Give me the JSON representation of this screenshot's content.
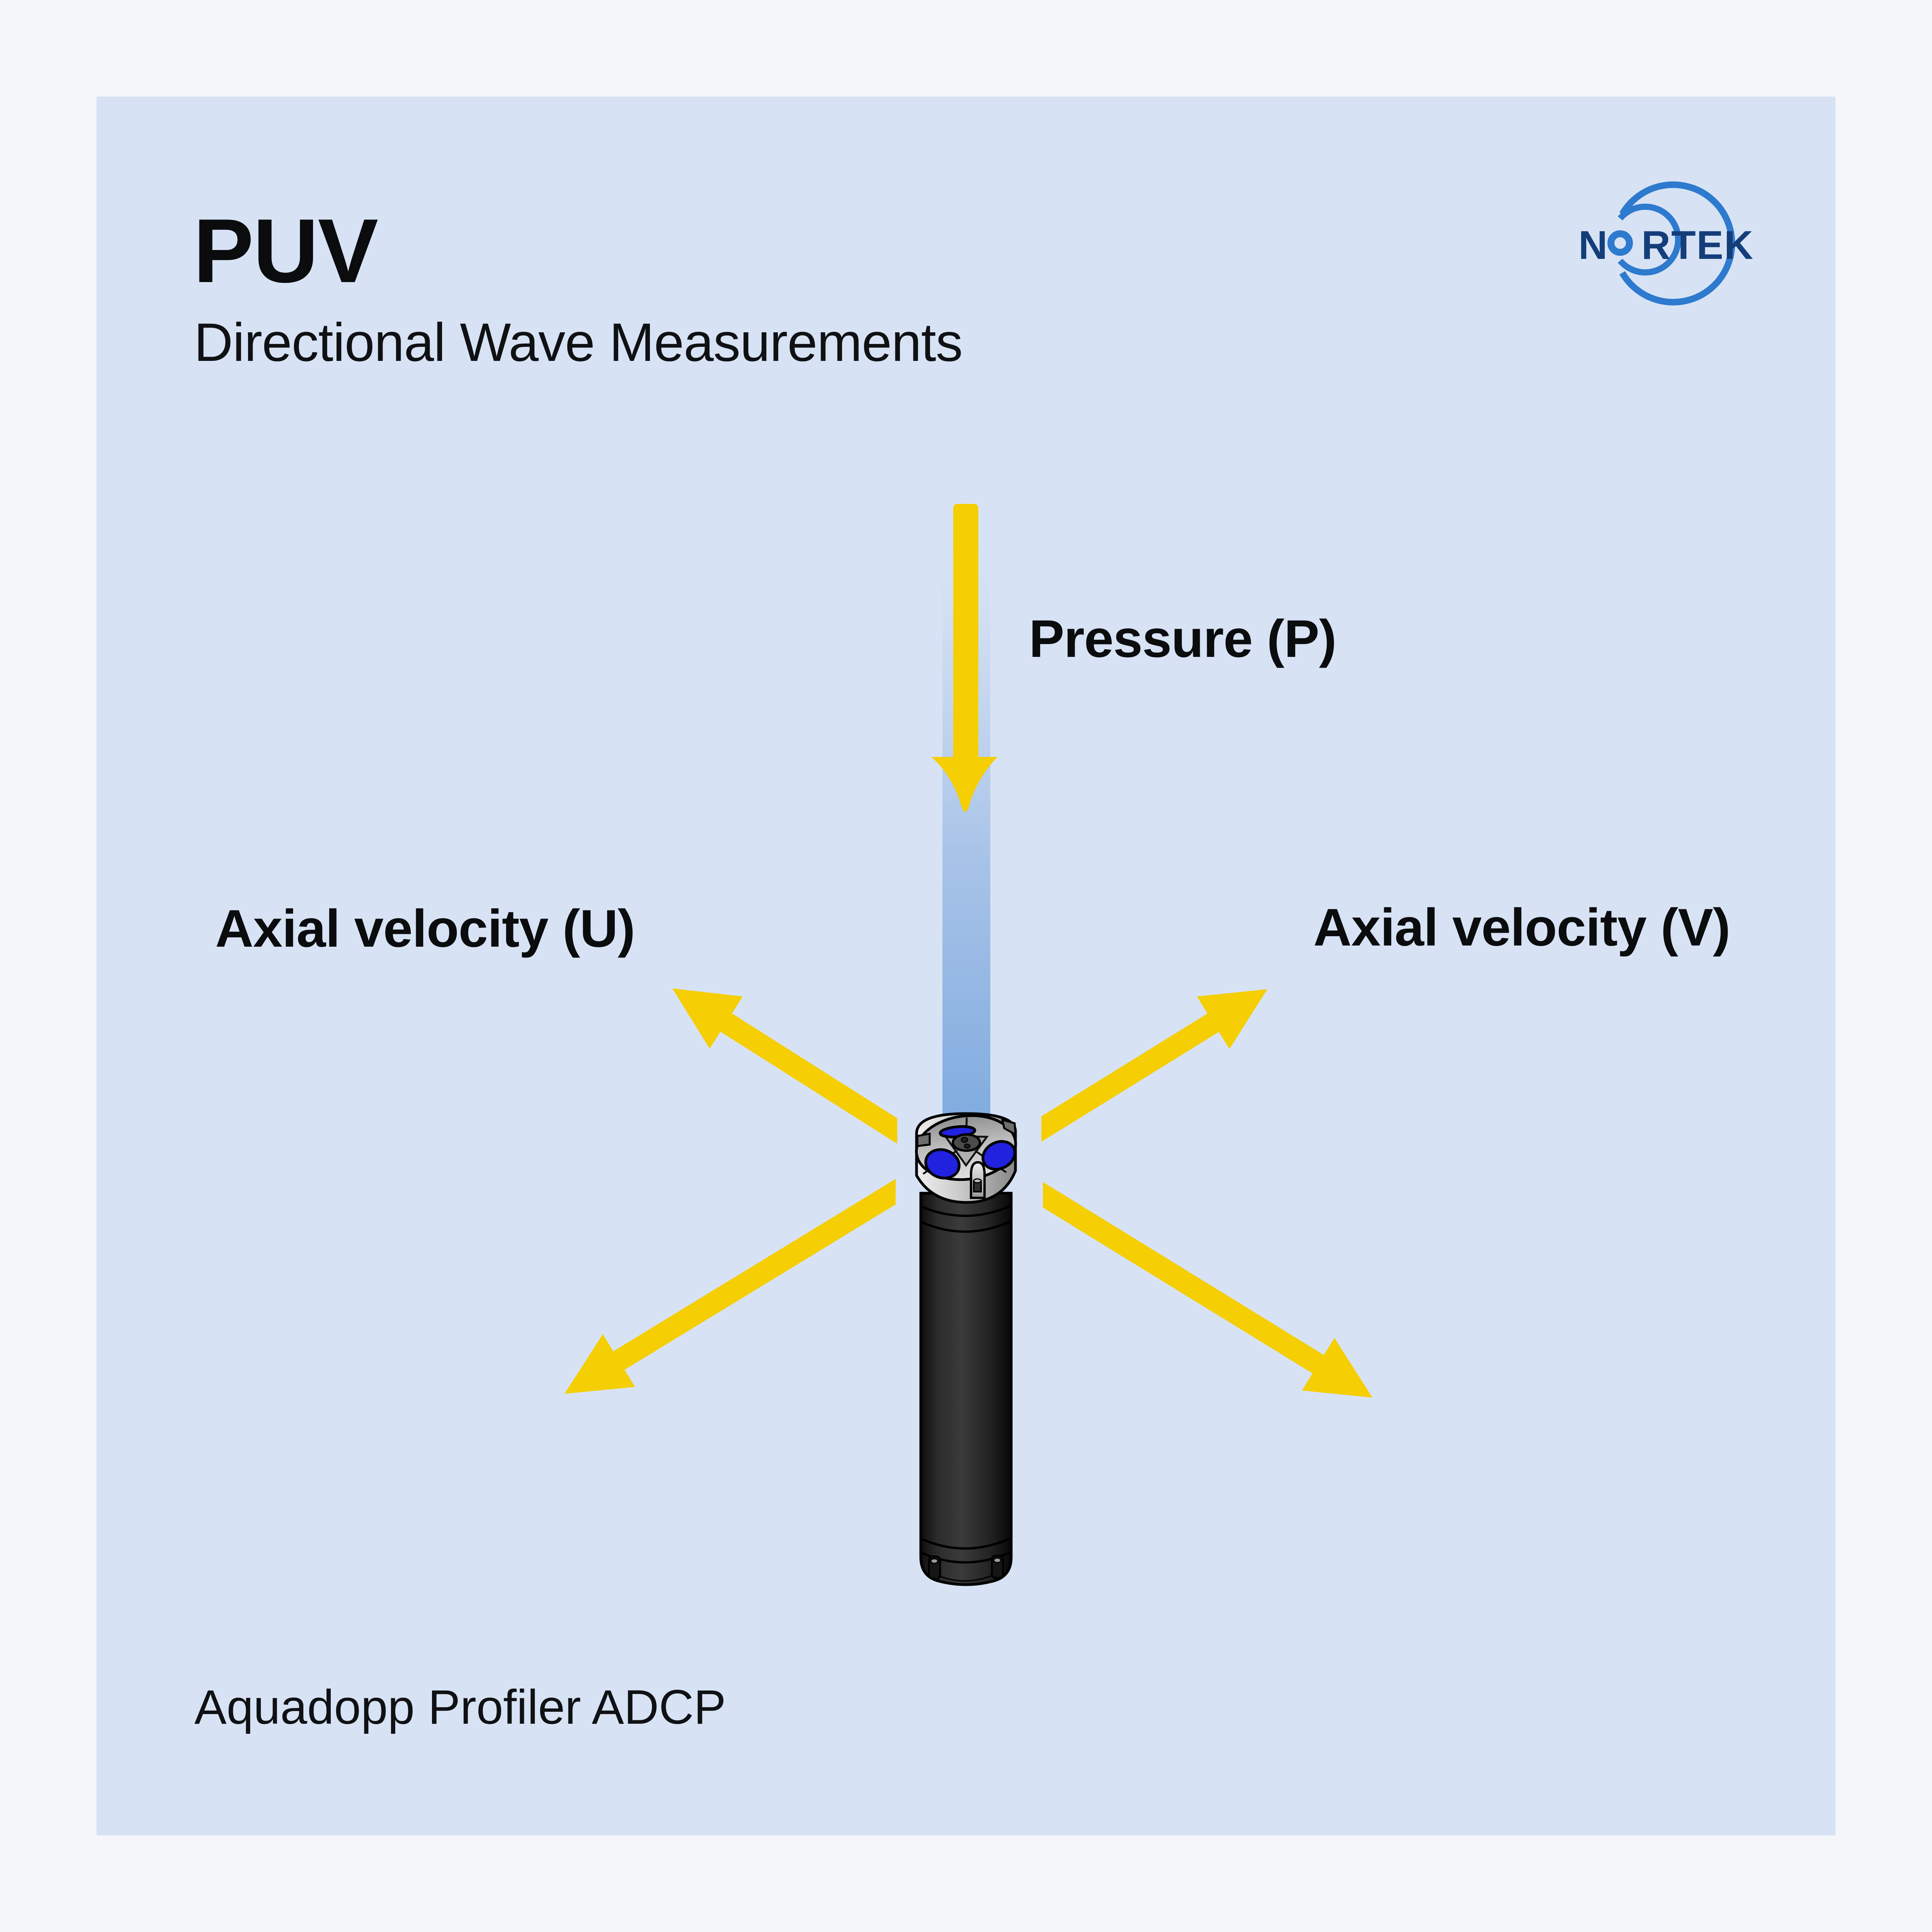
{
  "window": {
    "background": "#f4f6fa",
    "panel_background": "#d7e3f4"
  },
  "header": {
    "title": "PUV",
    "subtitle": "Directional Wave Measurements"
  },
  "logo": {
    "brand": "NORTEK",
    "letters_before_o": "N",
    "letters_after_o": "RTEK",
    "text_color": "#143e7a",
    "arc_color": "#2d7ace"
  },
  "diagram": {
    "pressure_label": "Pressure (P)",
    "axial_u_label": "Axial velocity (U)",
    "axial_v_label": "Axial velocity (V)",
    "arrow_color": "#f5ce03",
    "beam_color": "#7fabdf",
    "transducer_color": "#2121e0",
    "device_body_color": "#1d1d1d",
    "device_head_color": "#c6c6c6"
  },
  "caption": {
    "text": "Aquadopp Profiler ADCP"
  }
}
